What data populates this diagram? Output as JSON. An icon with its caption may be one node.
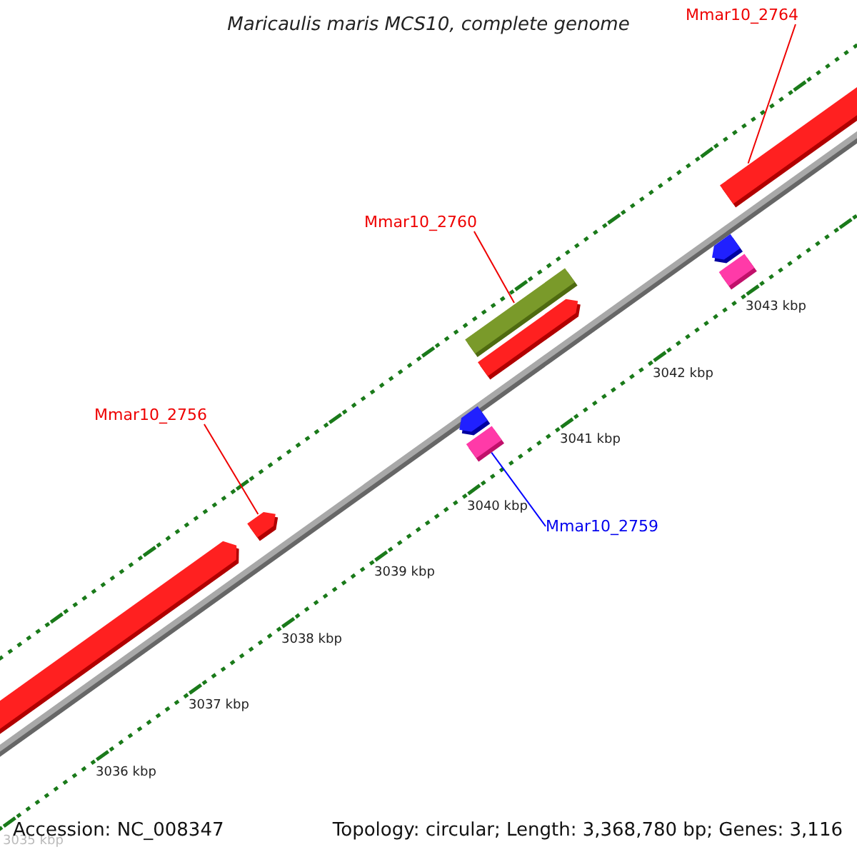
{
  "diagram": {
    "title": "Maricaulis maris MCS10, complete genome",
    "nodes": [
      {
        "text": [
          "Mmar10_2764"
        ]
      },
      {
        "text": [
          "Mmar10_2760"
        ]
      },
      {
        "text": [
          "Mmar10_2756"
        ]
      },
      {
        "text": [
          "Mmar10_2759"
        ]
      },
      {
        "text": [],
        "shape": "bar"
      },
      {
        "text": [],
        "shape": "bar"
      },
      {
        "text": [],
        "shape": "bar"
      },
      {
        "text": [],
        "shape": "bar"
      },
      {
        "text": [],
        "shape": "bar"
      },
      {
        "text": [],
        "shape": "bar"
      },
      {
        "text": [],
        "shape": "bar"
      },
      {
        "text": [],
        "shape": "bar"
      },
      {
        "text": [],
        "shape": "bar"
      }
    ],
    "edges": [
      {
        "from": 0,
        "to": 12,
        "arrow": "none"
      },
      {
        "from": 1,
        "to": 8,
        "arrow": "none"
      },
      {
        "from": 2,
        "to": 5,
        "arrow": "none"
      },
      {
        "from": 3,
        "to": 7,
        "arrow": "none",
        "color": "#0000ff"
      }
    ],
    "labels": [
      "3035 kbp",
      "3036 kbp",
      "3037 kbp",
      "3038 kbp",
      "3039 kbp",
      "3040 kbp",
      "3041 kbp",
      "3042 kbp",
      "3043 kbp",
      "Accession: NC_008347",
      "Topology: circular; Length: 3,368,780 bp; Genes: 3,116"
    ]
  }
}
